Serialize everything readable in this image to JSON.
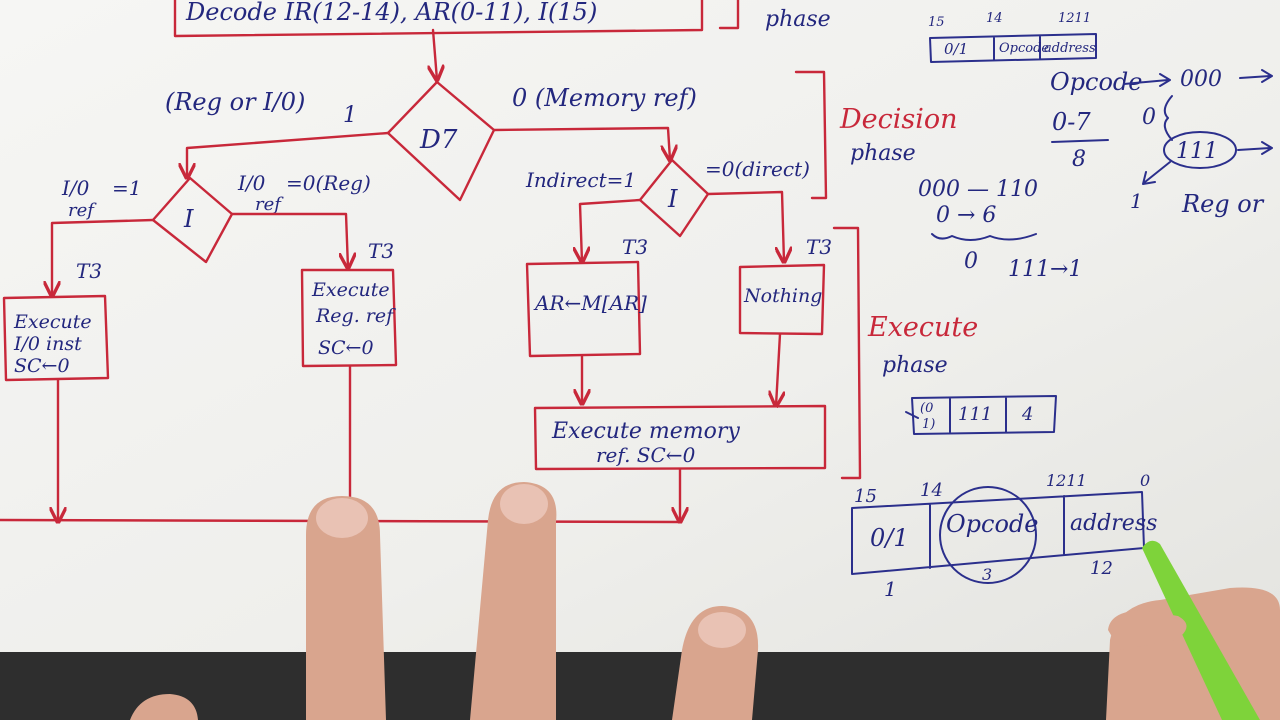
{
  "flow": {
    "top_box": "Decode IR(12-14), AR(0-11), I(15)",
    "phase_top": "phase",
    "d7": "D7",
    "left_branch_label": "(Reg or I/0)",
    "left_branch_value": "1",
    "right_branch_label": "0 (Memory ref)",
    "i_left": "I",
    "i_left_yes_a": "I/0",
    "i_left_yes_b": "ref",
    "i_left_yes_val": "=1",
    "i_left_no_a": "I/0",
    "i_left_no_b": "ref",
    "i_left_no_val": "=0(Reg)",
    "i_right": "I",
    "indirect": "Indirect=1",
    "direct": "=0(direct)",
    "t3": "T3",
    "box_io_1": "Execute",
    "box_io_2": "I/0 inst",
    "box_io_3": "SC←0",
    "box_reg_1": "Execute",
    "box_reg_2": "Reg. ref",
    "box_reg_3": "SC←0",
    "box_ar": "AR←M[AR]",
    "box_nothing": "Nothing",
    "box_mem_1": "Execute memory",
    "box_mem_2": "ref. SC←0",
    "decision": "Decision",
    "decision_phase": "phase",
    "execute": "Execute",
    "execute_phase": "phase"
  },
  "notes": {
    "top_bits_15": "15",
    "top_bits_14": "14",
    "top_bits_1211": "1211",
    "top_cell_1": "0/1",
    "top_cell_2": "Opcode",
    "top_cell_3": "address",
    "opcode_label": "Opcode",
    "opcode_000": "000",
    "zero": "0",
    "zero_seven": "0-7",
    "eight": "8",
    "one_one_one": "111",
    "one": "1",
    "reg_or": "Reg or",
    "range": "000 — 110",
    "zero_to_six": "0 → 6",
    "zero_b": "0",
    "one11_to_1": "111→1",
    "mid_cell_1a": "(0",
    "mid_cell_1b": "1)",
    "mid_cell_2": "111",
    "mid_cell_3": "4",
    "big_15": "15",
    "big_14": "14",
    "big_1211": "1211",
    "big_0": "0",
    "big_cell_1": "0/1",
    "big_cell_2": "Opcode",
    "big_cell_3": "address",
    "big_under_1": "1",
    "big_under_3": "3",
    "big_under_12": "12"
  },
  "colors": {
    "red_ink": "#c8283a",
    "blue_ink": "#2b2f8c",
    "paper": "#f4f4f2",
    "marker": "#7ed33a"
  }
}
